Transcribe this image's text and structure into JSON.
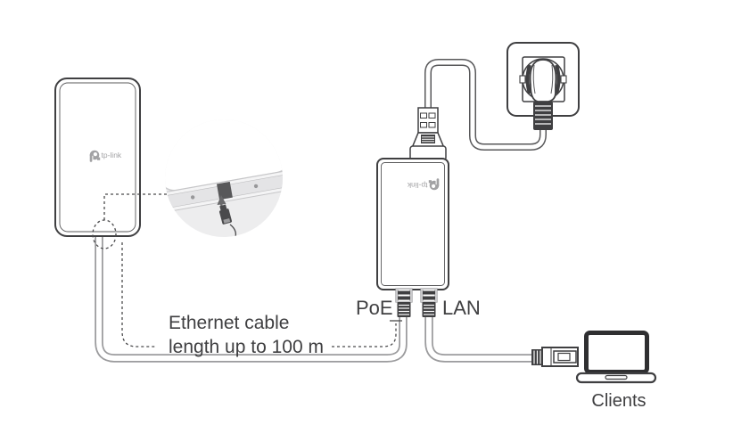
{
  "labels": {
    "poe_port": "PoE",
    "lan_port": "LAN",
    "clients": "Clients",
    "cable_note_line1": "Ethernet cable",
    "cable_note_line2": "length up to 100 m"
  },
  "brand": {
    "access_point_logo": "tp-link",
    "poe_adapter_logo": "tp-link"
  },
  "colors": {
    "outline": "#3f3f41",
    "cable-gray": "#9b9b9d",
    "logo-gray": "#a2a2a4",
    "text": "#3f3f41",
    "dash": "#4a4a4c",
    "detail-bg": "#ededee",
    "bg": "#ffffff"
  }
}
